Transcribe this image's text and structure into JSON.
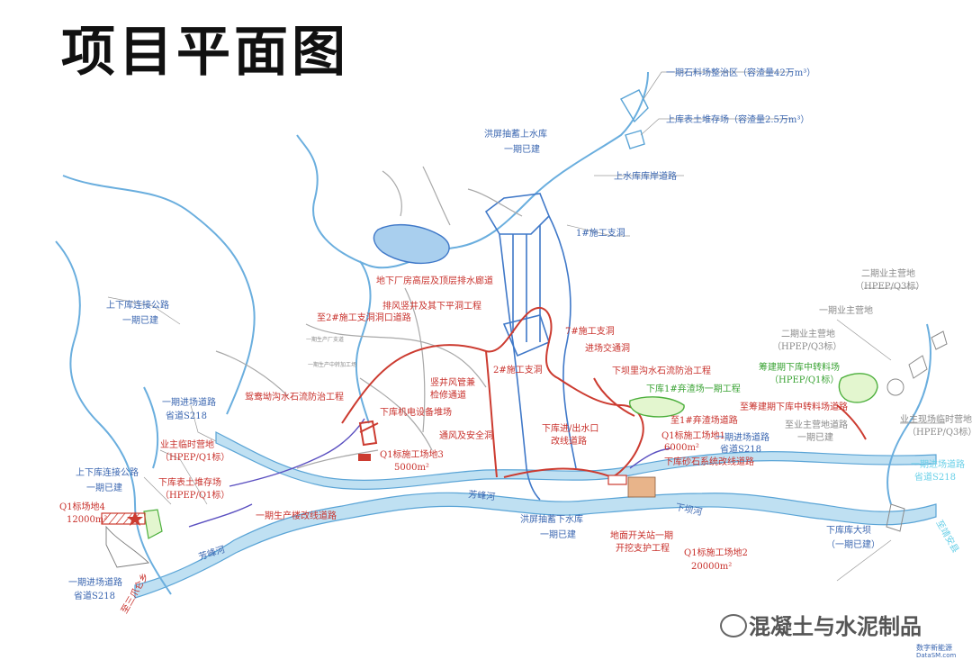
{
  "title": "项目平面图",
  "labels": {
    "quarry": "一期石料场整治区（容渣量42万m³）",
    "topsoil_upper": "上库表土堆存场（容渣量2.5万m³）",
    "upper_reservoir": "洪屏抽蓄上水库",
    "upper_reservoir_status": "一期已建",
    "upper_shore_road": "上水库库岸道路",
    "adit1": "1#施工支洞",
    "upper_lower_road": "上下库连接公路",
    "upper_lower_status": "一期已建",
    "underground_drain": "地下厂房高层及顶层排水廊道",
    "vent_shaft": "排风竖井及其下平洞工程",
    "adit2_road": "至2#施工支洞洞口道路",
    "adit7": "7#施工支洞",
    "access_tunnel": "进场交通洞",
    "vert_tunnel": "竖井风管兼",
    "vert_tunnel2": "检修通道",
    "adit2": "2#施工支洞",
    "xiashi_debris": "下坝里沟水石流防治工程",
    "lower1_spoil": "下库1#弃渣场一期工程",
    "lower_spoil_road": "至1#弃渣场道路",
    "site1": "Q1标施工场地1",
    "site1_area": "6000m²",
    "entry_road_gray": "一期进场道路",
    "entry_road_gray2": "省道S218",
    "sand_road": "下库砂石系统改线道路",
    "yuanyang_debris": "鸳鸯坳沟水石流防治工程",
    "equipment_yard": "下库机电设备堆场",
    "vent_safety": "通风及安全洞",
    "lower_inlet_road": "下库进/出水口",
    "lower_inlet_road2": "改线道路",
    "site3": "Q1标施工场地3",
    "site3_area": "5000m²",
    "entry_road_left": "一期进场道路",
    "entry_road_left2": "省道S218",
    "owner_camp": "业主临时营地",
    "owner_camp_std": "（HPEP/Q1标）",
    "upper_lower_road2": "上下库连接公路",
    "upper_lower_status2": "一期已建",
    "lower_topsoil": "下库表土堆存场",
    "lower_topsoil_std": "（HPEP/Q1标）",
    "site4": "Q1标场地4",
    "site4_area": "12000m²",
    "production_road": "一期生产楼改线道路",
    "lower_reservoir": "洪屏抽蓄下水库",
    "lower_reservoir_status": "一期已建",
    "switch_station": "地面开关站一期",
    "switch_station2": "开挖支护工程",
    "site2": "Q1标施工场地2",
    "site2_area": "20000m²",
    "entry_road_bottom": "一期进场道路",
    "entry_road_bottom2": "省道S218",
    "phase2_owner_camp": "二期业主营地",
    "phase2_owner_camp_std": "（HPEP/Q3标）",
    "phase1_owner_camp": "一期业主营地",
    "phase2_owner_camp_b": "二期业主营地",
    "phase2_owner_camp_b_std": "（HPEP/Q3标）",
    "transfer_yard": "筹建期下库中转料场",
    "transfer_yard_std": "（HPEP/Q1标）",
    "transfer_road": "至筹建期下库中转料场道路",
    "owner_camp_road": "至业主营地道路",
    "owner_camp_road_status": "一期已建",
    "owner_site_temp": "业主现场临时营地",
    "owner_site_temp_std": "（HPEP/Q3标）",
    "entry_road_right": "一期进场道路",
    "entry_road_right2": "省道S218",
    "lower_dam": "下库库大坝",
    "lower_dam_status": "（一期已建）",
    "river_name": "芳峰河",
    "river_name2": "芳峰河",
    "small_gray1": "一期生产厂支道",
    "small_gray2": "一期生产中转加工场",
    "to_jing_an": "至靖安县",
    "to_sanzhao": "至三爪仑乡",
    "xiaba_label": "下坝河"
  },
  "watermark": {
    "brand": "混凝土与水泥制品",
    "sub": "数字新能源",
    "sub2": "DataSM.com"
  },
  "colors": {
    "red": "#c8302b",
    "blue": "#3a66b0",
    "green": "#3aa334",
    "river": "#5aa4d6"
  }
}
